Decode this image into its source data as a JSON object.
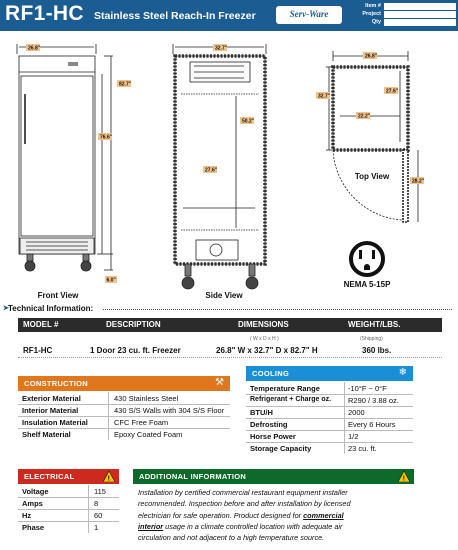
{
  "header": {
    "model": "RF1-HC",
    "subtitle": "Stainless Steel Reach-In Freezer",
    "brand": "Serv-Ware",
    "fields": [
      "Item #",
      "Project",
      "Qty"
    ]
  },
  "drawings": {
    "front": {
      "caption": "Front View",
      "width": "26.8\"",
      "height_total": "82.7\"",
      "height_door": "76.6\"",
      "leg": "6.0\""
    },
    "side": {
      "caption": "Side View",
      "depth": "32.7\"",
      "interior_height": "50.2\"",
      "interior_depth": "27.6\""
    },
    "top": {
      "caption": "Top View",
      "width": "26.8\"",
      "depth": "32.7\"",
      "interior_depth": "27.6\"",
      "interior_width": "22.2\"",
      "door_swing": "28.2\""
    },
    "plug": {
      "caption": "NEMA 5-15P"
    }
  },
  "technical": {
    "title": "Technical Information:",
    "headers": [
      "MODEL #",
      "DESCRIPTION",
      "DIMENSIONS",
      "WEIGHT/LBS."
    ],
    "subheaders": [
      "( W x D x H )",
      "(Shipping)"
    ],
    "row": [
      "RF1-HC",
      "1 Door 23 cu. ft. Freezer",
      "26.8\" W x 32.7\" D x 82.7\" H",
      "360 lbs."
    ]
  },
  "construction": {
    "title": "CONSTRUCTION",
    "rows": [
      [
        "Exterior Material",
        "430 Stainless Steel"
      ],
      [
        "Interior Material",
        "430 S/S Walls with 304 S/S Floor"
      ],
      [
        "Insulation Material",
        "CFC Free Foam"
      ],
      [
        "Shelf Material",
        "Epoxy Coated Foam"
      ]
    ]
  },
  "cooling": {
    "title": "COOLING",
    "rows": [
      [
        "Temperature Range",
        "-10°F ~ 0°F"
      ],
      [
        "Refrigerant + Charge oz.",
        "R290 / 3.88 oz."
      ],
      [
        "BTU/H",
        "2000"
      ],
      [
        "Defrosting",
        "Every 6 Hours"
      ],
      [
        "Horse Power",
        "1/2"
      ],
      [
        "Storage Capacity",
        "23 cu. ft."
      ]
    ]
  },
  "electrical": {
    "title": "ELECTRICAL",
    "rows": [
      [
        "Voltage",
        "115"
      ],
      [
        "Amps",
        "8"
      ],
      [
        "Hz",
        "60"
      ],
      [
        "Phase",
        "1"
      ]
    ]
  },
  "additional": {
    "title": "ADDITIONAL INFORMATION",
    "line1": "Installation by certified commercial restaurant equipment installer",
    "line2": "recommended. Inspection before and after installation by licensed",
    "line3a": "electrician for safe operation. Product designed for ",
    "line3b": "commercial",
    "line4a": "interior",
    "line4b": " usage in a climate controlled location with adequate air",
    "line5": "circulation and not adjacent to a high temperature source."
  },
  "colors": {
    "header": "#1b5c93",
    "construction": "#e0771d",
    "cooling": "#1a8fd5",
    "electrical": "#cc2a1e",
    "additional": "#0e6a2a",
    "dimension_tag": "#f2c28a"
  }
}
